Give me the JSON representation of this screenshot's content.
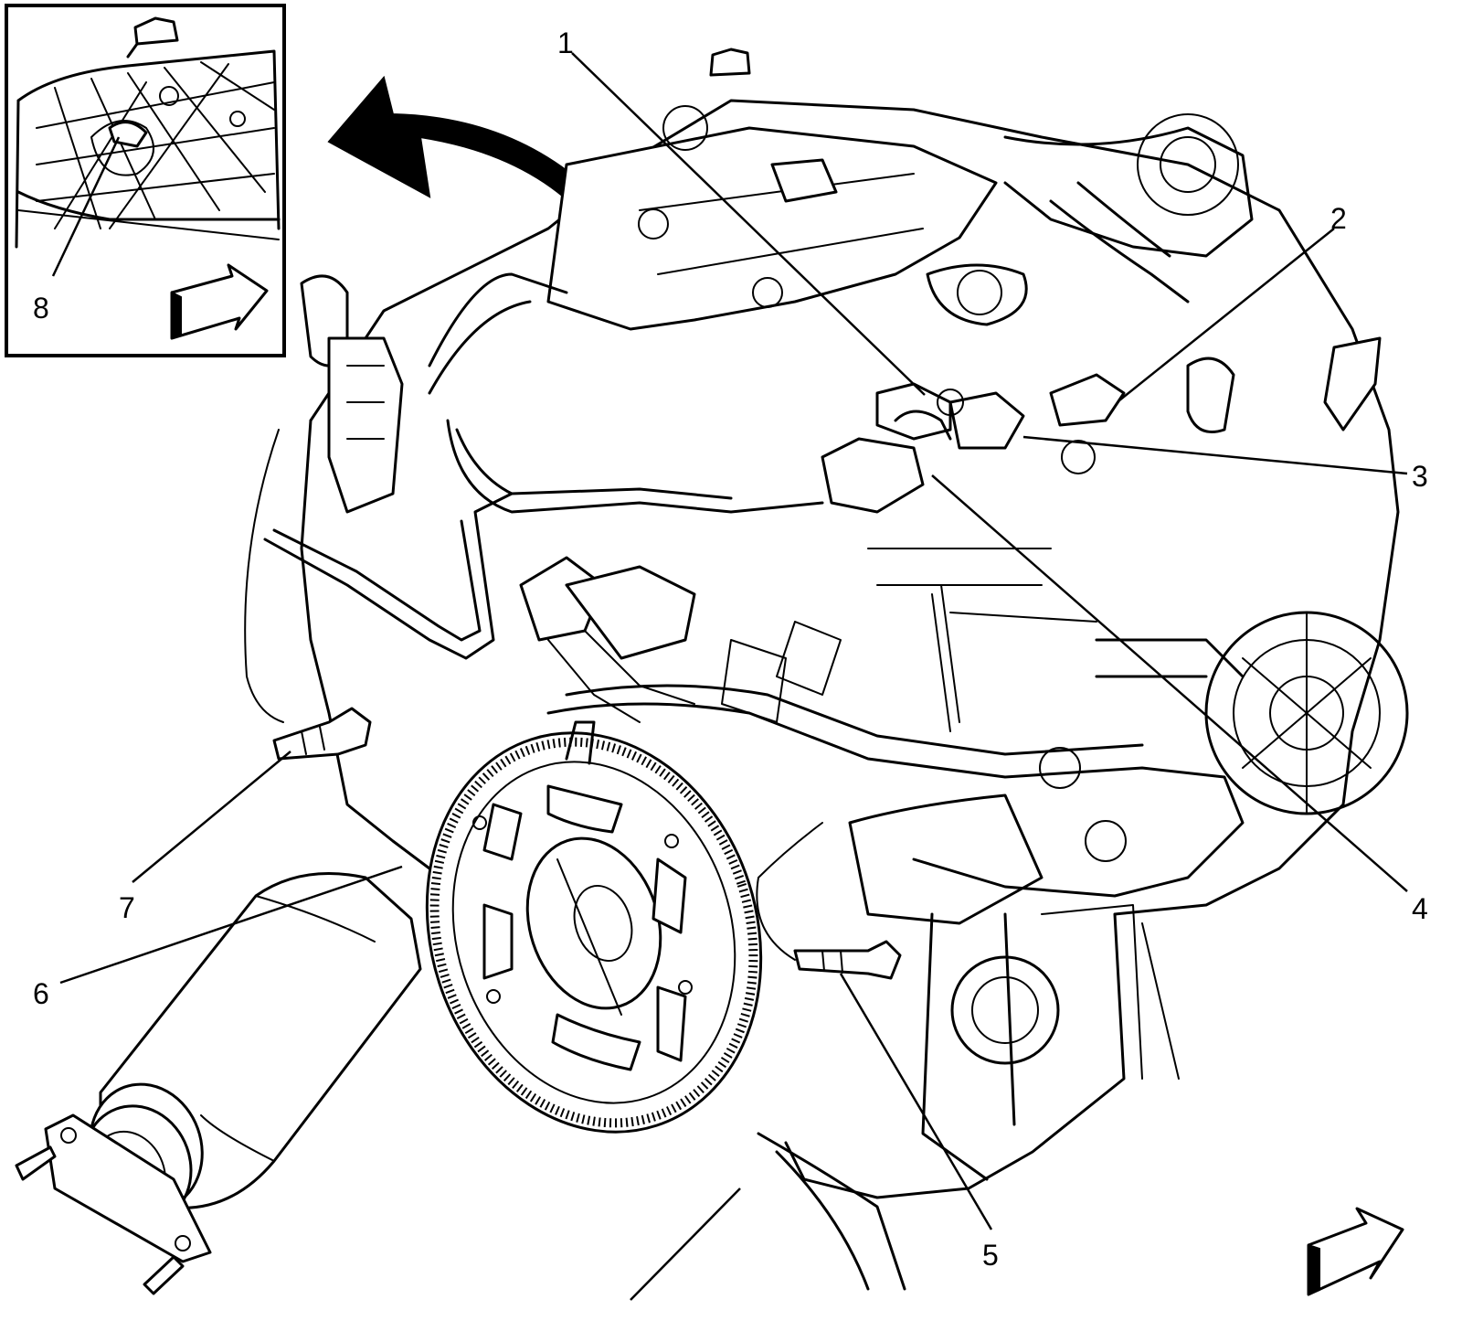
{
  "diagram": {
    "callouts": [
      {
        "id": "1",
        "label": "1"
      },
      {
        "id": "2",
        "label": "2"
      },
      {
        "id": "3",
        "label": "3"
      },
      {
        "id": "4",
        "label": "4"
      },
      {
        "id": "5",
        "label": "5"
      },
      {
        "id": "6",
        "label": "6"
      },
      {
        "id": "7",
        "label": "7"
      },
      {
        "id": "8",
        "label": "8"
      }
    ],
    "icons": {
      "main_direction": "front-direction-arrow-icon",
      "inset_direction": "front-direction-arrow-icon",
      "removal": "removal-direction-arrow-icon"
    },
    "colors": {
      "line": "#000000",
      "background": "#ffffff"
    }
  }
}
